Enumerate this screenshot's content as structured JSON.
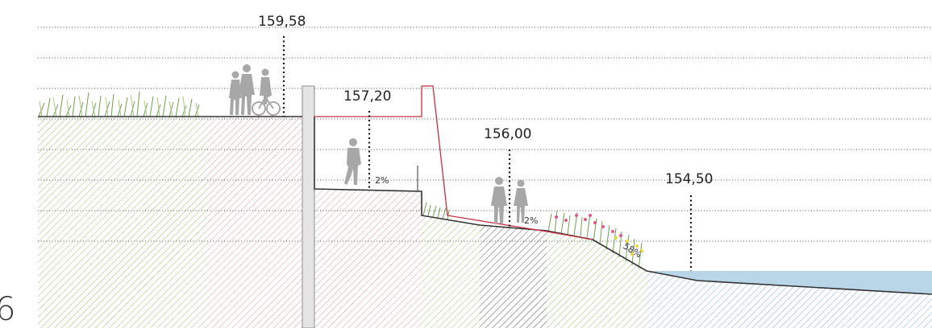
{
  "page_number": "6",
  "elevations": {
    "top": "159,58",
    "bank": "157,20",
    "terrace": "156,00",
    "water": "154,50"
  },
  "slopes": {
    "walk_path": "2%",
    "lower_path": "2%",
    "embankment": "58%"
  },
  "colors": {
    "water": "#b9d5e8",
    "hatch_green": "#9bc46f",
    "hatch_red": "#d99aa5",
    "hatch_dark": "#555555",
    "hatch_blue": "#7fb0d4",
    "wall": "#e4e4e4",
    "red_line": "#c0313f",
    "figure": "#a7a7a7"
  }
}
